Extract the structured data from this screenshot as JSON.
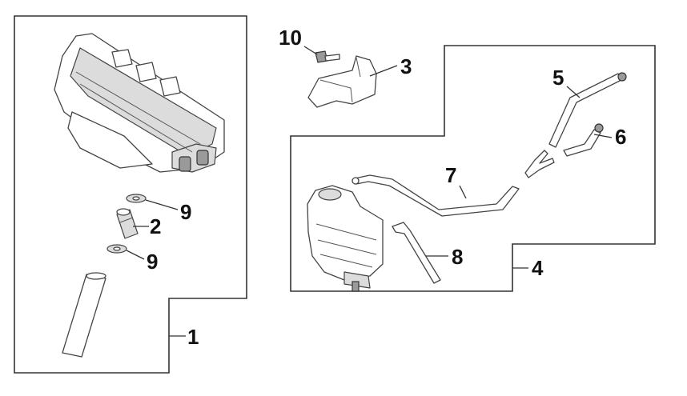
{
  "callouts": {
    "c1": "1",
    "c2": "2",
    "c3": "3",
    "c4": "4",
    "c5": "5",
    "c6": "6",
    "c7": "7",
    "c8": "8",
    "c9a": "9",
    "c9b": "9",
    "c10": "10"
  },
  "colors": {
    "line": "#333333",
    "text": "#111111",
    "background": "#ffffff"
  }
}
